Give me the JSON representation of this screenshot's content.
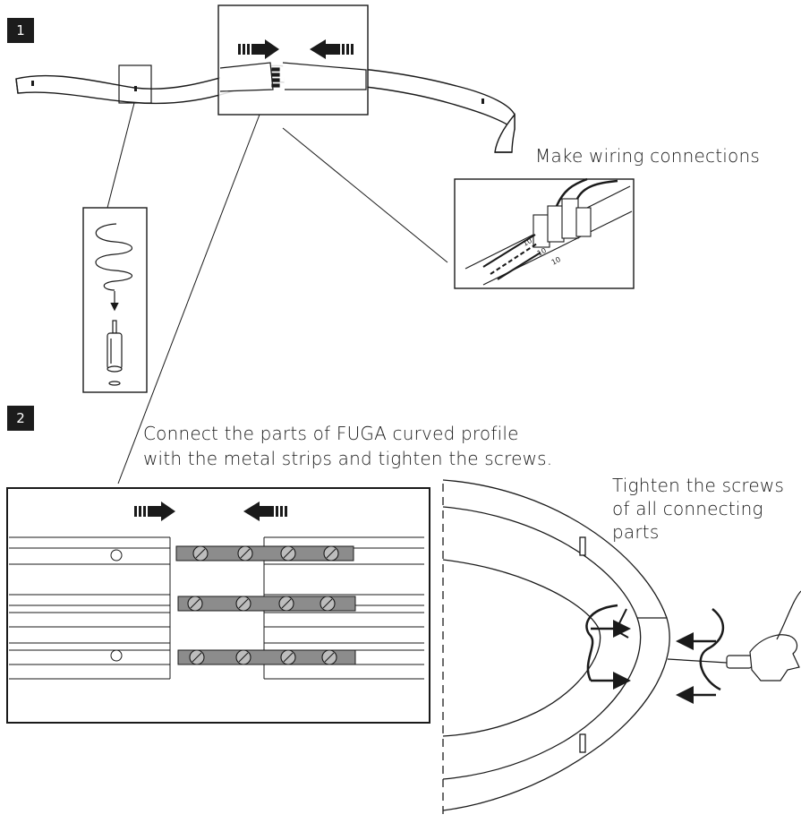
{
  "steps": [
    {
      "number": "1",
      "caption": "Make wiring connections"
    },
    {
      "number": "2",
      "caption_line1": "Connect the parts of FUGA curved profile",
      "caption_line2": "with the metal strips and tighten the screws.",
      "side_caption_line1": "Tighten the screws",
      "side_caption_line2": "of all connecting",
      "side_caption_line3": "parts"
    }
  ],
  "icons": [
    "push-arrow-right-icon",
    "push-arrow-left-icon",
    "screwdriver-hand-icon",
    "screw-icon",
    "wire-spring-icon",
    "connector-plug-icon",
    "terminal-block-icon"
  ],
  "colors": {
    "ink": "#1a1a1a",
    "strip": "#8c8c8c",
    "badge": "#1c1c1c"
  },
  "connector_labels": [
    "10",
    "10",
    "10"
  ]
}
